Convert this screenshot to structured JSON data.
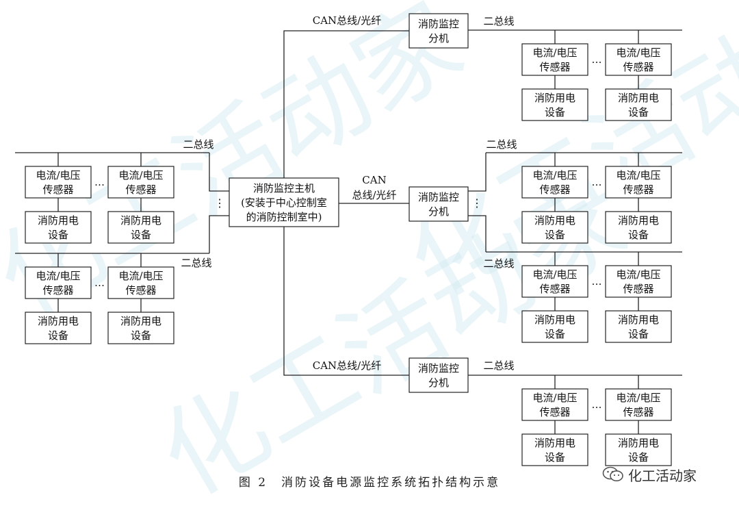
{
  "labels": {
    "main_host": [
      "消防监控主机",
      "(安装于中心控制室",
      "的消防控制室中)"
    ],
    "sub_host": [
      "消防监控",
      "分机"
    ],
    "sensor": [
      "电流/电压",
      "传感器"
    ],
    "equipment": [
      "消防用电",
      "设备"
    ],
    "bus2": "二总线",
    "can_fiber": "CAN总线/光纤",
    "can": "CAN",
    "bus_fiber": "总线/光纤",
    "ellipsis_h": "…",
    "ellipsis_v": "⋮"
  },
  "caption": "图 2　消防设备电源监控系统拓扑结构示意",
  "logo": {
    "icon": "wechat-icon",
    "text": "化工活动家"
  },
  "watermark": [
    "化工活动家",
    "化工活动家",
    "化工活动家"
  ]
}
